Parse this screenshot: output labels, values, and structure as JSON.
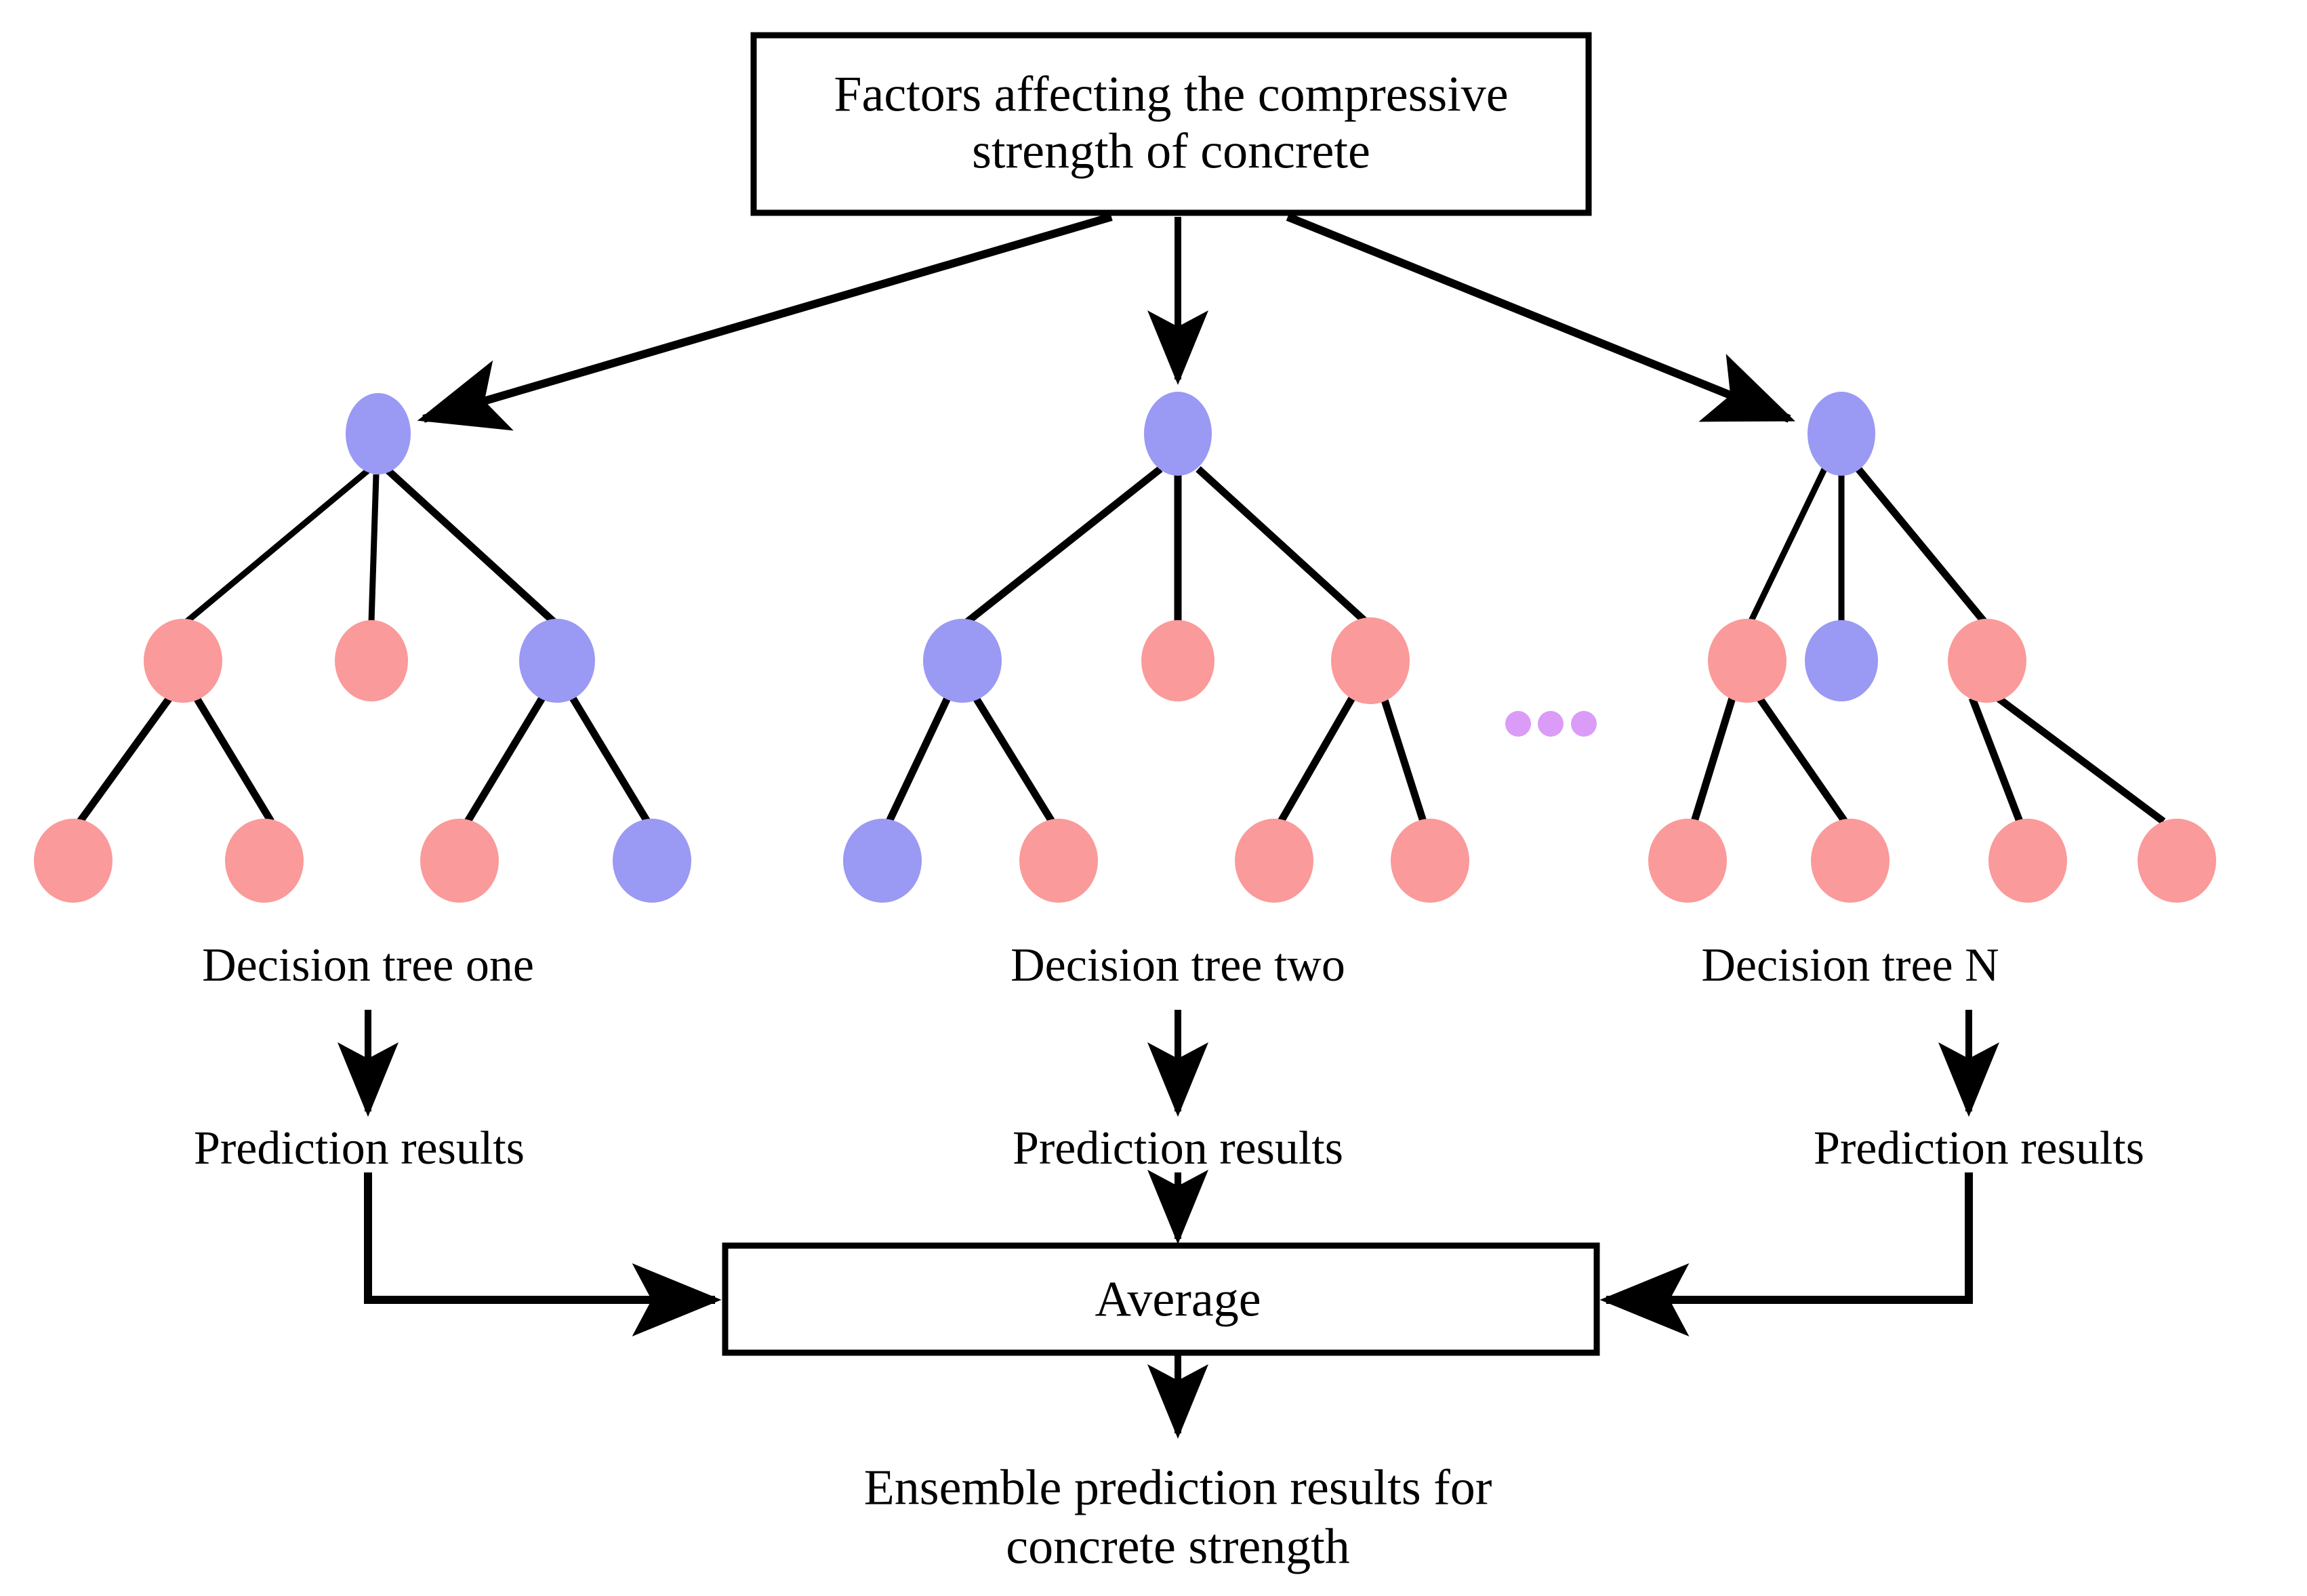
{
  "diagram": {
    "title_box": {
      "line1": "Factors affecting the compressive",
      "line2": "strength of concrete"
    },
    "average_box": {
      "label": "Average"
    },
    "final_output": {
      "line1": "Ensemble prediction results for",
      "line2": "concrete strength"
    },
    "ellipsis": "• • •",
    "colors": {
      "blue_node": "#9A99F4",
      "red_node": "#FA9A9A",
      "ellipsis_dot": "#DA9CF7",
      "stroke": "#000000",
      "background": "#FFFFFF"
    },
    "trees": [
      {
        "label": "Decision tree one",
        "prediction_label": "Prediction results",
        "nodes": {
          "root": "blue",
          "level2": [
            "red",
            "red",
            "blue"
          ],
          "level3": [
            "red",
            "red",
            "red",
            "blue"
          ]
        }
      },
      {
        "label": "Decision tree two",
        "prediction_label": "Prediction results",
        "nodes": {
          "root": "blue",
          "level2": [
            "blue",
            "red",
            "red"
          ],
          "level3": [
            "blue",
            "red",
            "red",
            "red"
          ]
        }
      },
      {
        "label": "Decision tree N",
        "prediction_label": "Prediction results",
        "nodes": {
          "root": "blue",
          "level2": [
            "red",
            "blue",
            "red"
          ],
          "level3": [
            "red",
            "red",
            "red",
            "red"
          ]
        }
      }
    ]
  }
}
